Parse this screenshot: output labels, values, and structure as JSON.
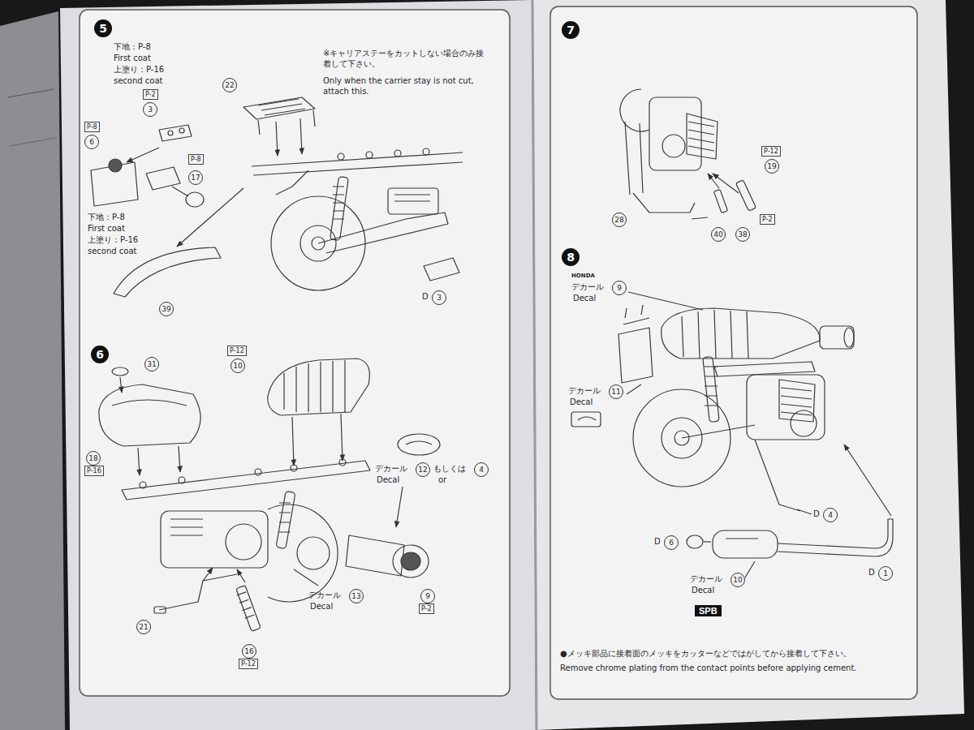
{
  "diagram": {
    "nodes": [
      {
        "text": [
          "5"
        ]
      },
      {
        "text": [
          "6"
        ]
      },
      {
        "text": [
          "7"
        ]
      },
      {
        "text": [
          "8"
        ]
      },
      {
        "text": [
          "SPB"
        ]
      }
    ],
    "labels": [
      "下地：P-8",
      "First coat",
      "上塗り：P-16",
      "second coat",
      "P-2",
      "3",
      "P-8",
      "6",
      "P-8",
      "17",
      "下地：P-8",
      "First coat",
      "上塗り：P-16",
      "second coat",
      "22",
      "※キャリアステーをカットしない場合のみ接着して下さい。",
      "Only when the carrier stay is not cut, attach this.",
      "39",
      "D",
      "3",
      "31",
      "P-12",
      "10",
      "18",
      "P-16",
      "デカール",
      "12",
      "もしくは",
      "4",
      "Decal",
      "or",
      "21",
      "16",
      "P-12",
      "デカール",
      "13",
      "Decal",
      "9",
      "P-2",
      "P-12",
      "19",
      "28",
      "40",
      "38",
      "P-2",
      "HONDA",
      "デカール",
      "9",
      "Decal",
      "デカール",
      "11",
      "Decal",
      "D",
      "4",
      "D",
      "6",
      "D",
      "1",
      "デカール",
      "10",
      "Decal",
      "●メッキ部品に接着面のメッキをカッターなどではがしてから接着して下さい。",
      "Remove chrome plating from the contact points before applying cement."
    ]
  }
}
